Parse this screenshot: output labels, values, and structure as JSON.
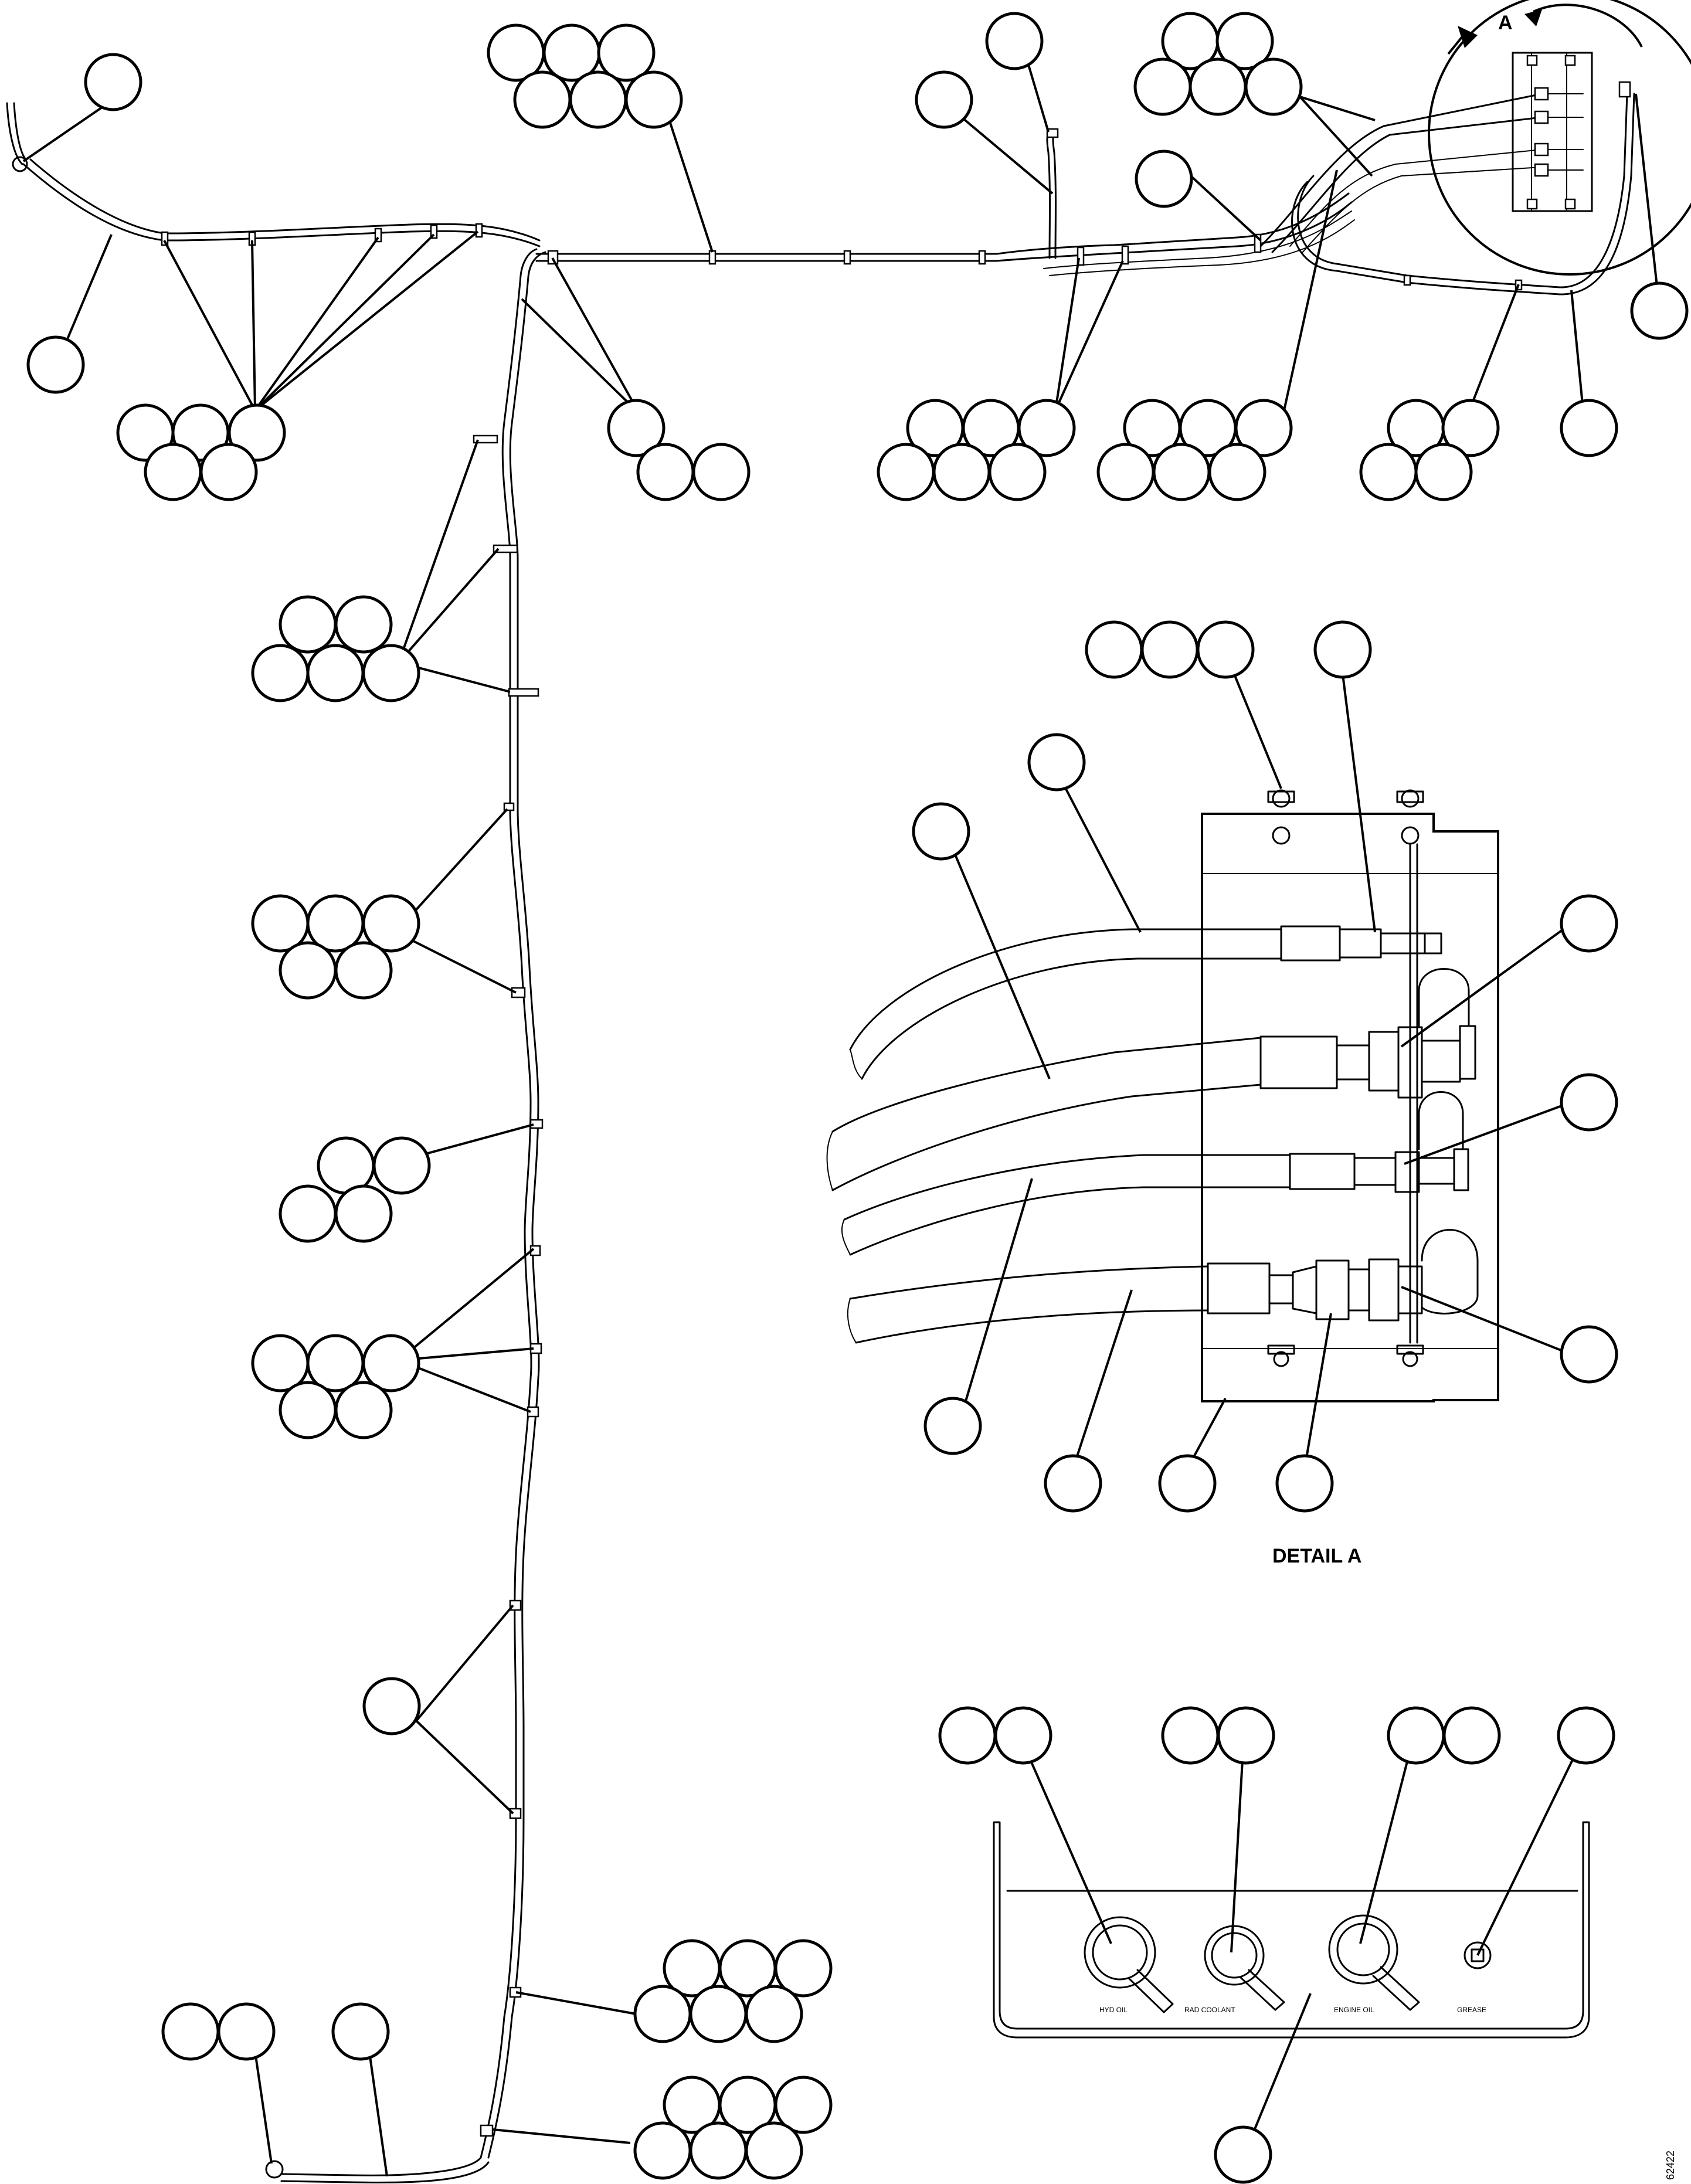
{
  "drawing": {
    "detail_view_label": "A",
    "detail_title": "DETAIL A",
    "panel_labels": [
      "HYD OIL",
      "RAD COOLANT",
      "ENGINE OIL",
      "GREASE"
    ],
    "drawing_number": "62422"
  }
}
